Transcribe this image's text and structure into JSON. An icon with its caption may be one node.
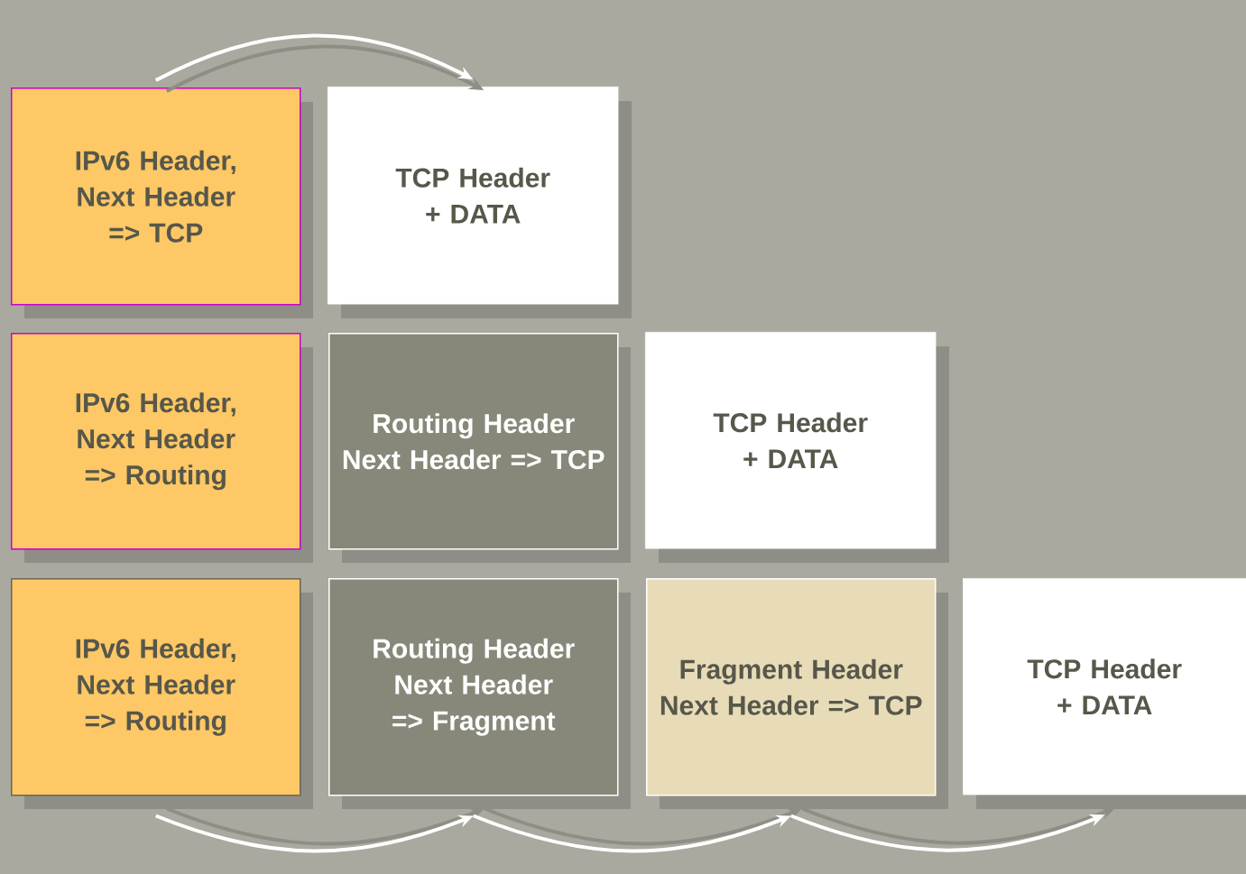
{
  "diagram": {
    "nodes": [
      {
        "text": [
          "IPv6 Header, Next Header => TCP"
        ]
      },
      {
        "text": [
          "TCP Header + DATA"
        ]
      },
      {
        "text": [
          "IPv6 Header, Next Header => Routing"
        ]
      },
      {
        "text": [
          "Routing Header Next Header => TCP"
        ]
      },
      {
        "text": [
          "TCP Header + DATA"
        ]
      },
      {
        "text": [
          "IPv6 Header, Next Header => Routing"
        ]
      },
      {
        "text": [
          "Routing Header Next Header => Fragment"
        ]
      },
      {
        "text": [
          "Fragment Header Next Header => TCP"
        ]
      },
      {
        "text": [
          "TCP Header + DATA"
        ]
      }
    ],
    "edges": [
      {
        "from": 0,
        "to": 1,
        "arrow": "to"
      },
      {
        "from": 5,
        "to": 6,
        "arrow": "to"
      },
      {
        "from": 6,
        "to": 7,
        "arrow": "to"
      },
      {
        "from": 7,
        "to": 8,
        "arrow": "to"
      }
    ]
  }
}
